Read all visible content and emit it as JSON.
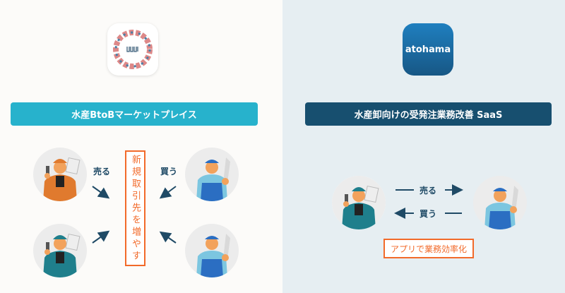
{
  "left": {
    "banner": "水産BtoBマーケットプレイス",
    "sell_label": "売る",
    "buy_label": "買う",
    "center_box": "新規取引先を増やす"
  },
  "right": {
    "app_name": "atohama",
    "banner": "水産卸向けの受発注業務改善 SaaS",
    "sell_label": "売る",
    "buy_label": "買う",
    "bottom_box": "アプリで業務効率化"
  },
  "colors": {
    "marketplace": "#27b2cc",
    "saas": "#174f6f",
    "accent": "#f26a2a",
    "arrow": "#1f4a66"
  }
}
